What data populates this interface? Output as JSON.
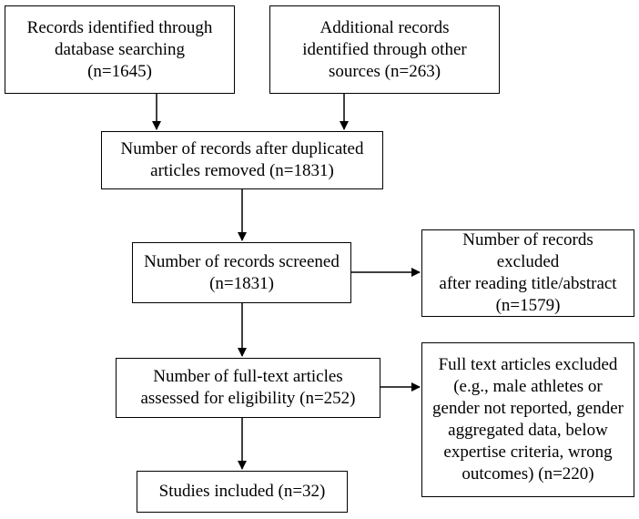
{
  "boxes": {
    "database": "Records identified through\ndatabase searching\n(n=1645)",
    "other_sources": "Additional records\nidentified through other\nsources (n=263)",
    "after_duplicates": "Number of records after duplicated\narticles removed (n=1831)",
    "screened": "Number of records screened\n(n=1831)",
    "excluded_title": "Number of records excluded\nafter reading title/abstract\n(n=1579)",
    "fulltext": "Number of full-text articles\nassessed for eligibility (n=252)",
    "fulltext_excluded": "Full text articles excluded\n(e.g., male athletes or\ngender not reported, gender\naggregated data, below\nexpertise criteria, wrong\noutcomes) (n=220)",
    "included": "Studies included (n=32)"
  }
}
